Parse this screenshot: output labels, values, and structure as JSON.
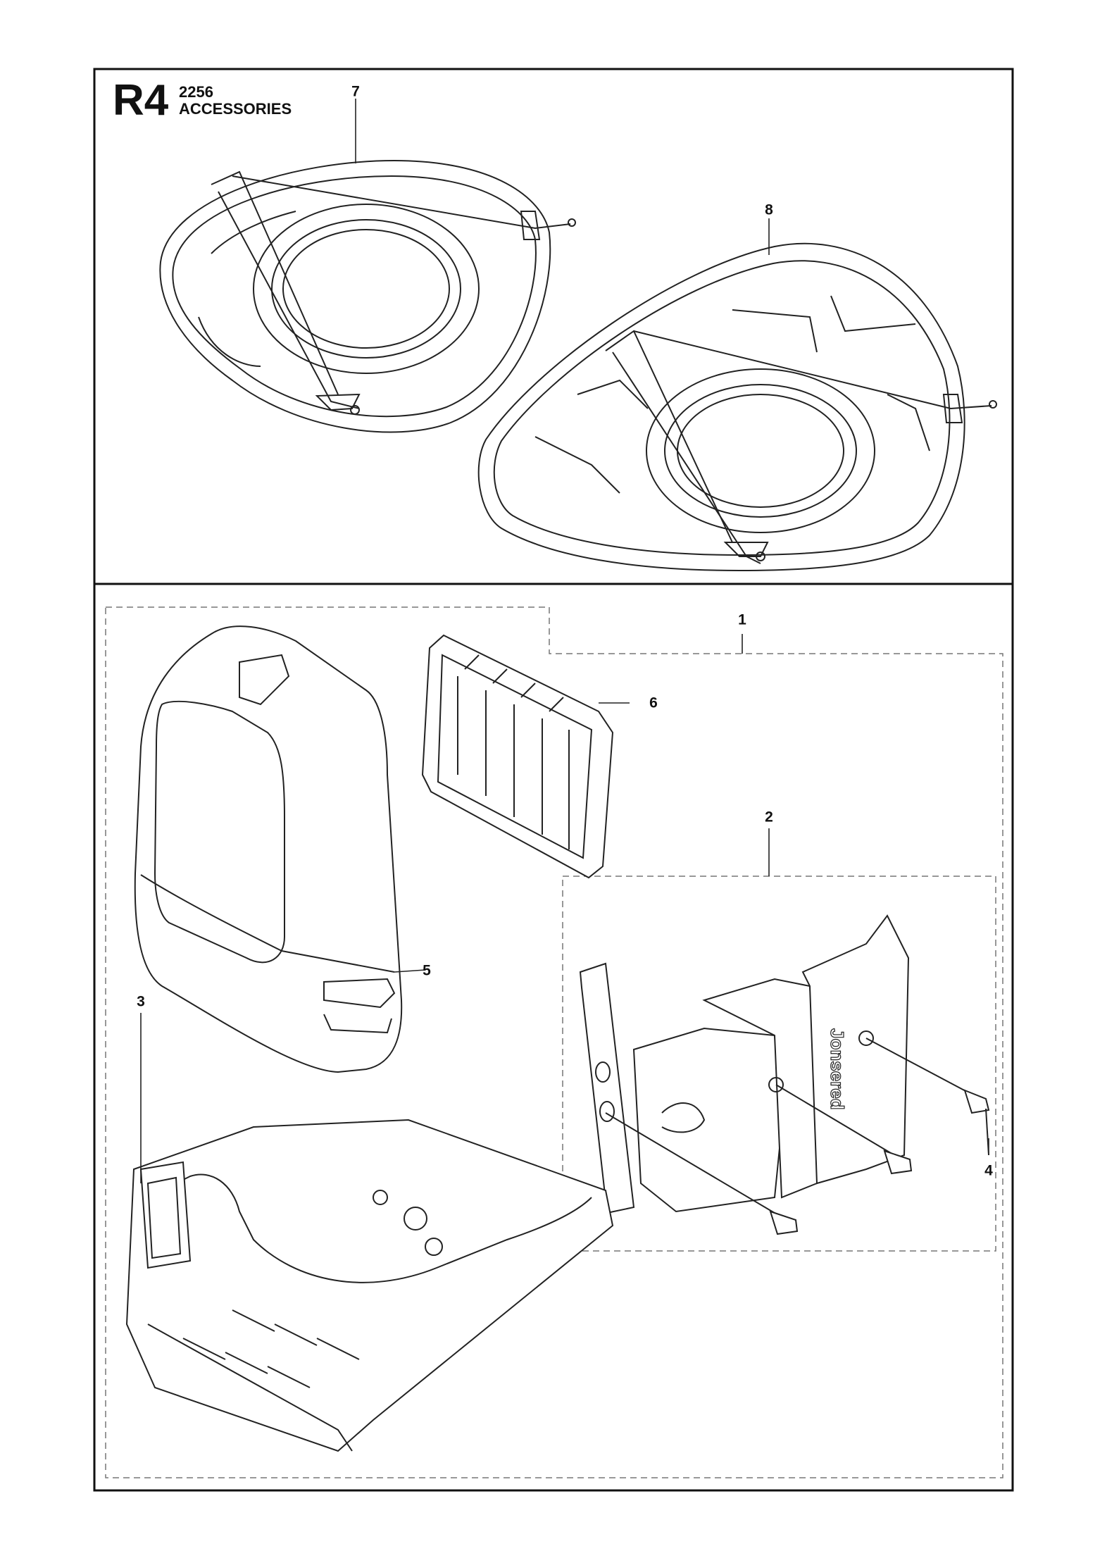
{
  "header": {
    "code": "R4",
    "model": "2256",
    "title": "ACCESSORIES"
  },
  "callouts": [
    {
      "id": "1",
      "label": "1"
    },
    {
      "id": "2",
      "label": "2"
    },
    {
      "id": "3",
      "label": "3"
    },
    {
      "id": "4",
      "label": "4"
    },
    {
      "id": "5",
      "label": "5"
    },
    {
      "id": "6",
      "label": "6"
    },
    {
      "id": "7",
      "label": "7"
    },
    {
      "id": "8",
      "label": "8"
    }
  ],
  "parts": {
    "cover_brand_text": "Jonsered"
  }
}
